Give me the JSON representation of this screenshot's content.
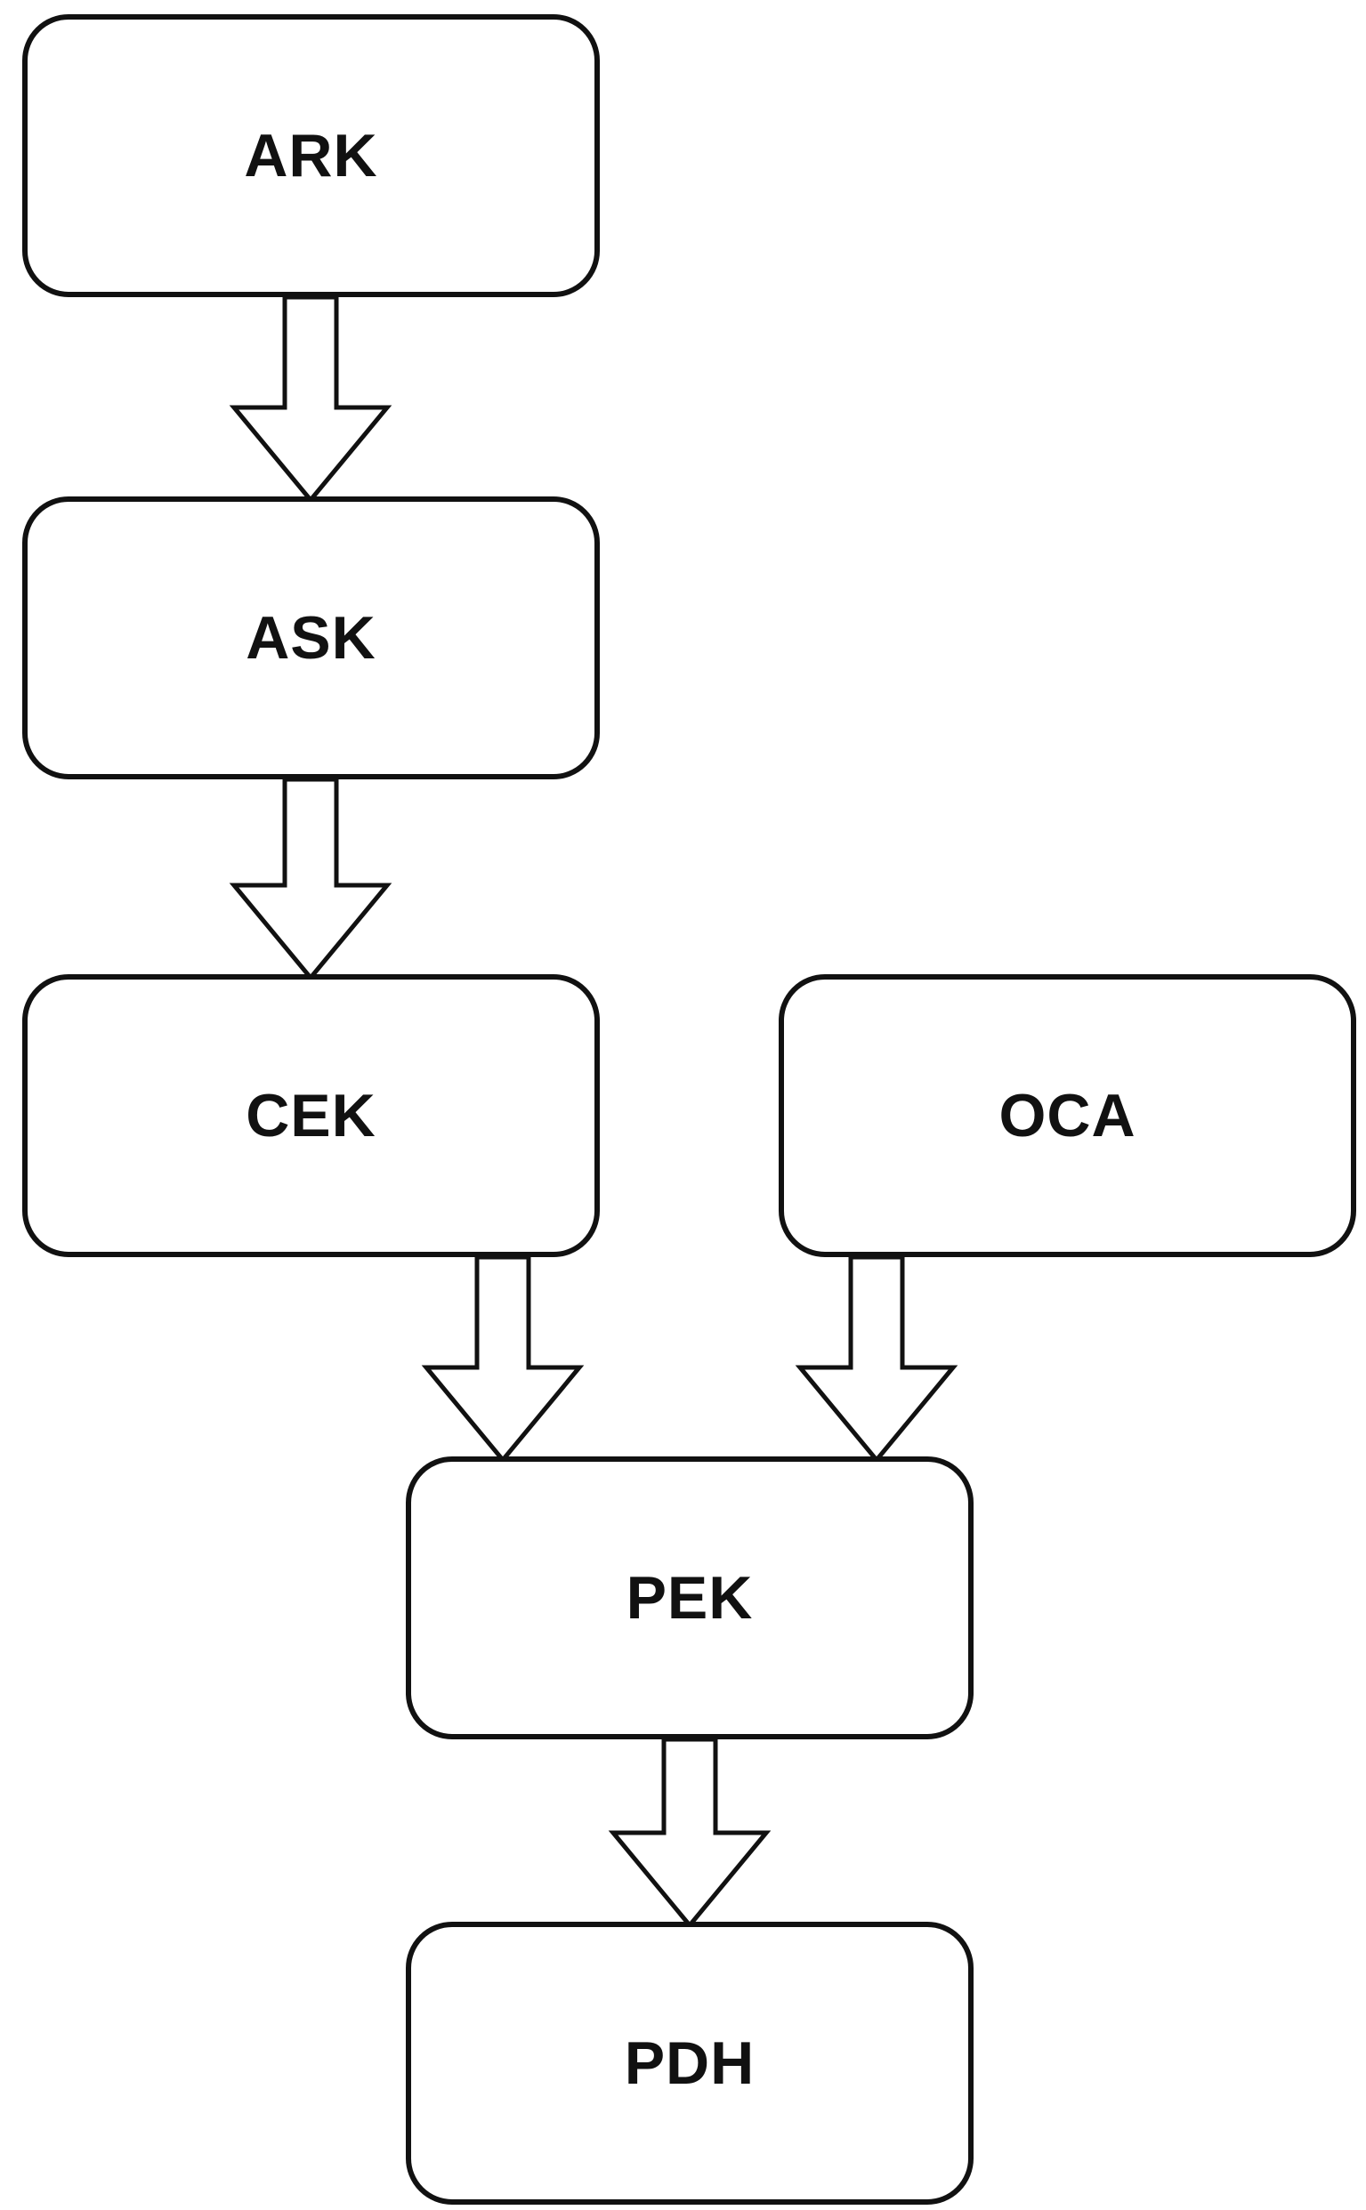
{
  "diagram": {
    "title": "flowchart",
    "background_color": "#ffffff",
    "line_color": "#111111",
    "text_color": "#111111",
    "node_fill_color": "#ffffff",
    "nodes": [
      {
        "id": "ARK",
        "label": "ARK"
      },
      {
        "id": "ASK",
        "label": "ASK"
      },
      {
        "id": "CEK",
        "label": "CEK"
      },
      {
        "id": "OCA",
        "label": "OCA"
      },
      {
        "id": "PEK",
        "label": "PEK"
      },
      {
        "id": "PDH",
        "label": "PDH"
      }
    ],
    "edges": [
      {
        "from": "ARK",
        "to": "ASK"
      },
      {
        "from": "ASK",
        "to": "CEK"
      },
      {
        "from": "CEK",
        "to": "PEK"
      },
      {
        "from": "OCA",
        "to": "PEK"
      },
      {
        "from": "PEK",
        "to": "PDH"
      }
    ]
  }
}
